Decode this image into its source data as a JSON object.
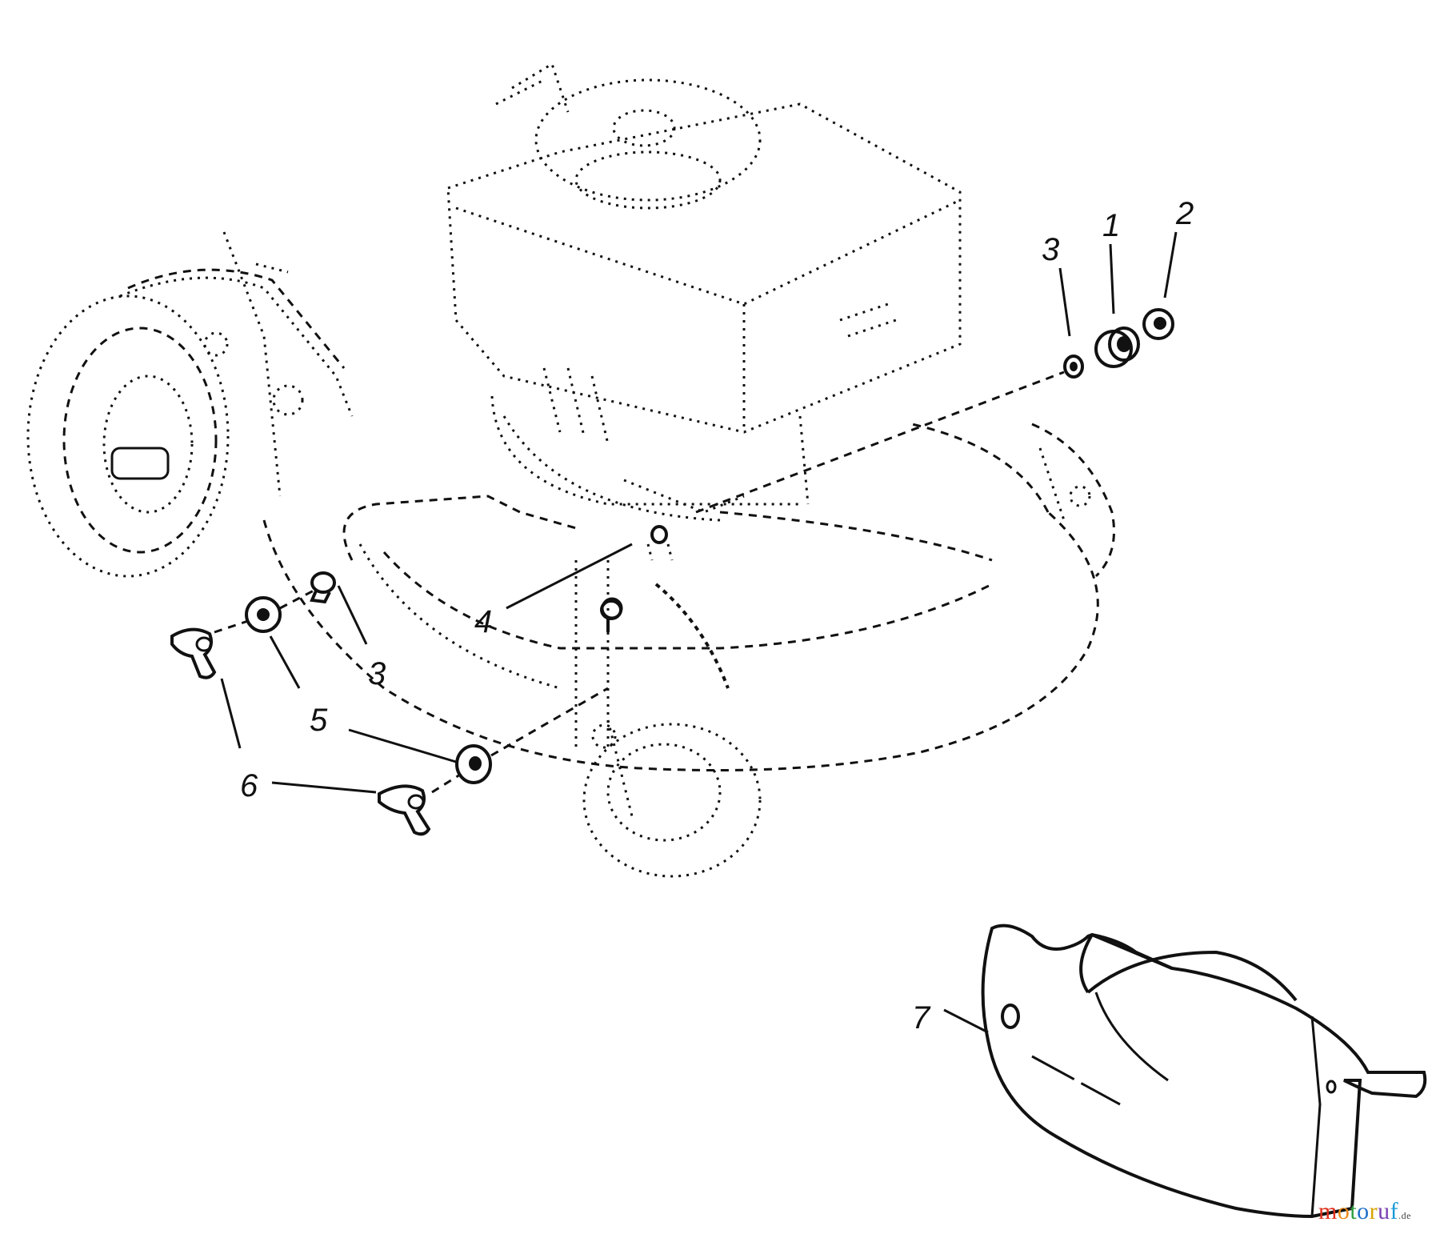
{
  "callouts": {
    "part_1": "1",
    "part_2": "2",
    "part_3_top": "3",
    "part_3_bottom": "3",
    "part_4": "4",
    "part_5": "5",
    "part_6": "6",
    "part_7": "7"
  },
  "watermark": {
    "brand_letters": [
      "m",
      "o",
      "t",
      "o",
      "r",
      "u",
      "f"
    ],
    "brand_colors": [
      "#e0301e",
      "#f08a1c",
      "#2e9e3f",
      "#1f6fc8",
      "#d6a400",
      "#7b3fb5",
      "#1a9ad6"
    ],
    "suffix": ".de"
  }
}
